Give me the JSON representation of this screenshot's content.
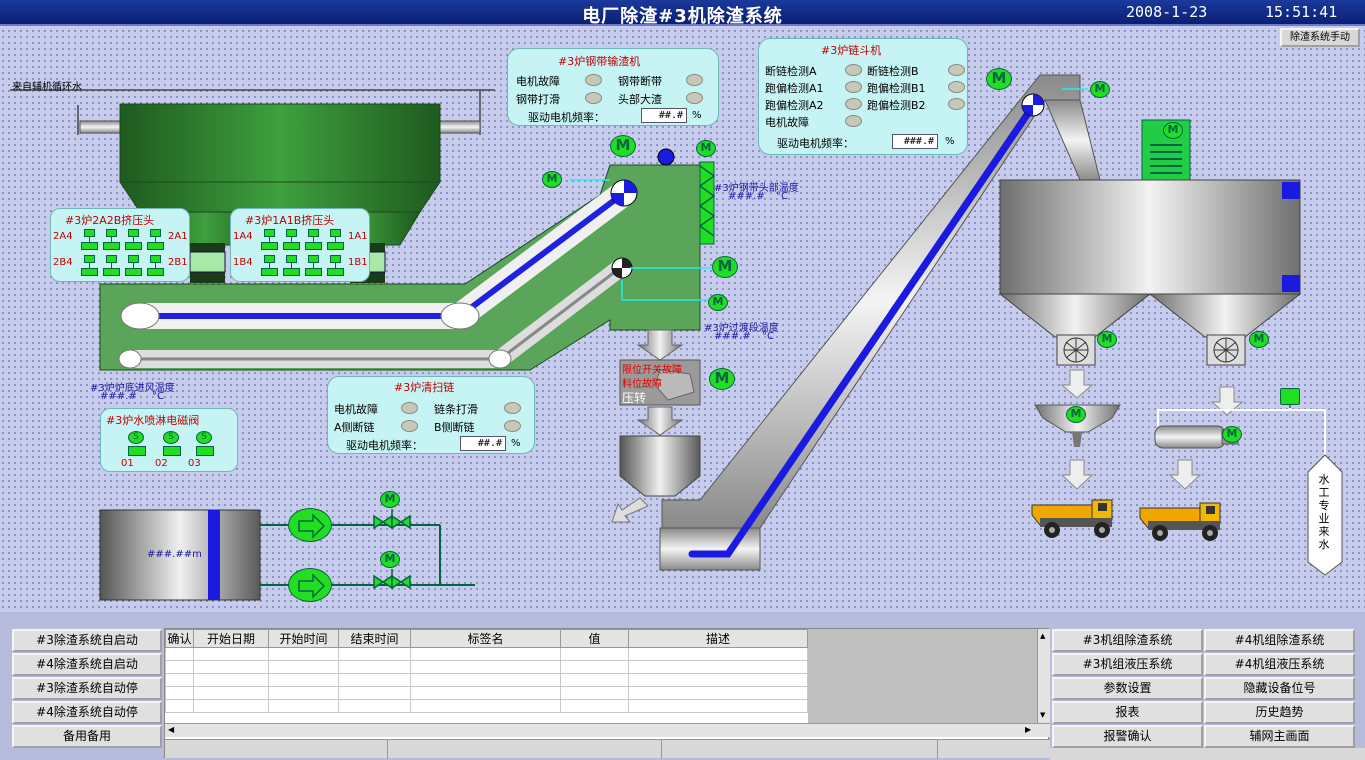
{
  "header": {
    "title": "电厂除渣#3机除渣系统",
    "date": "2008-1-23",
    "time": "15:51:41"
  },
  "colors": {
    "title_bar": "#0a1f73",
    "panel_bg": "#c6f4f4",
    "panel_title": "#c00000",
    "machine_green": "#5aa55a",
    "conveyor_blue": "#1a1ae0",
    "motor_green": "#22dd22",
    "arrow_button": "#22dd22"
  },
  "top_right_button": "除渣系统手动",
  "scene": {
    "water_source_label": "来自辅机循环水",
    "steel_conveyor": {
      "title": "#3炉钢带输渣机",
      "labels": [
        "电机故障",
        "钢带断带",
        "钢带打滑",
        "头部大渣"
      ],
      "freq_label": "驱动电机频率：",
      "freq_value": "##.#",
      "unit": "%"
    },
    "chain_bucket": {
      "title": "#3炉链斗机",
      "labels": [
        "断链检测A",
        "断链检测B",
        "跑偏检测A1",
        "跑偏检测B1",
        "跑偏检测A2",
        "跑偏检测B2",
        "电机故障"
      ],
      "freq_label": "驱动电机频率：",
      "freq_value": "###.#",
      "unit": "%"
    },
    "crusher_2a2b": {
      "title": "#3炉2A2B挤压头",
      "left_top": "2A4",
      "right_top": "2A1",
      "left_bottom": "2B4",
      "right_bottom": "2B1"
    },
    "crusher_1a1b": {
      "title": "#3炉1A1B挤压头",
      "left_top": "1A4",
      "right_top": "1A1",
      "left_bottom": "1B4",
      "right_bottom": "1B1"
    },
    "head_temp": {
      "label": "#3炉钢带头部温度",
      "value": "###.#",
      "unit": "°C"
    },
    "filter_temp": {
      "label": "#3炉过渡段温度",
      "value": "###.#",
      "unit": "°C"
    },
    "inlet_temp": {
      "label": "#3炉炉底进风温度",
      "value": "###.#",
      "unit": "°C"
    },
    "cleaning_chain": {
      "title": "#3炉清扫链",
      "labels": [
        "电机故障",
        "链条打滑",
        "A侧断链",
        "B侧断链"
      ],
      "freq_label": "驱动电机频率：",
      "freq_value": "##.#",
      "unit": "%"
    },
    "spray_valves": {
      "title": "#3炉水喷淋电磁阀",
      "valve_letter": "S",
      "labels": [
        "01",
        "02",
        "03"
      ]
    },
    "crusher_status": {
      "line1": "限位开关故障",
      "line2": "料位故障",
      "line3": "压转"
    },
    "tank_level": "###.##m",
    "water_from": "水工专业来水",
    "motor_letter": "M",
    "left_buttons": [
      "#3除渣系统自启动",
      "#4除渣系统自启动",
      "#3除渣系统自动停",
      "#4除渣系统自动停",
      "备用备用"
    ],
    "right_buttons": [
      [
        "#3机组除渣系统",
        "#4机组除渣系统"
      ],
      [
        "#3机组液压系统",
        "#4机组液压系统"
      ],
      [
        "参数设置",
        "隐藏设备位号"
      ],
      [
        "报表",
        "历史趋势"
      ],
      [
        "报警确认",
        "辅网主画面"
      ]
    ],
    "alarm_columns": [
      "确认",
      "开始日期",
      "开始时间",
      "结束时间",
      "标签名",
      "值",
      "描述"
    ]
  }
}
